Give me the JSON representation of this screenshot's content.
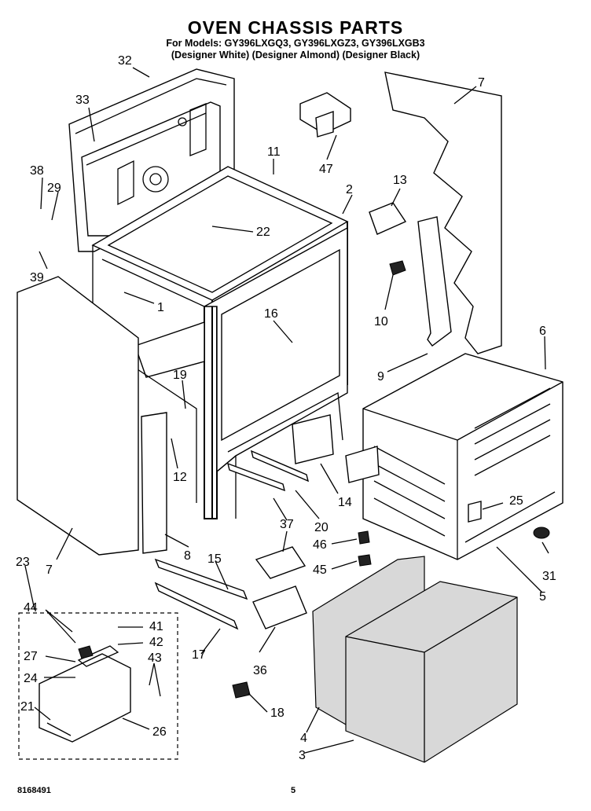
{
  "header": {
    "title": "OVEN CHASSIS PARTS",
    "models_line": "For Models: GY396LXGQ3, GY396LXGZ3, GY396LXGB3",
    "colors_line": "(Designer White)  (Designer Almond)  (Designer Black)"
  },
  "callouts": {
    "c1": "1",
    "c2": "2",
    "c3": "3",
    "c4": "4",
    "c5": "5",
    "c6": "6",
    "c7a": "7",
    "c7b": "7",
    "c8": "8",
    "c9": "9",
    "c10": "10",
    "c11": "11",
    "c12": "12",
    "c13": "13",
    "c14": "14",
    "c15": "15",
    "c16": "16",
    "c17": "17",
    "c18": "18",
    "c19": "19",
    "c20": "20",
    "c21": "21",
    "c22": "22",
    "c23": "23",
    "c24": "24",
    "c25": "25",
    "c26": "26",
    "c27": "27",
    "c29": "29",
    "c31": "31",
    "c32": "32",
    "c33": "33",
    "c36": "36",
    "c37": "37",
    "c38": "38",
    "c39": "39",
    "c41": "41",
    "c42": "42",
    "c43": "43",
    "c44": "44",
    "c45": "45",
    "c46": "46",
    "c47": "47"
  },
  "footer": {
    "doc_number": "8168491",
    "page_number": "5"
  }
}
